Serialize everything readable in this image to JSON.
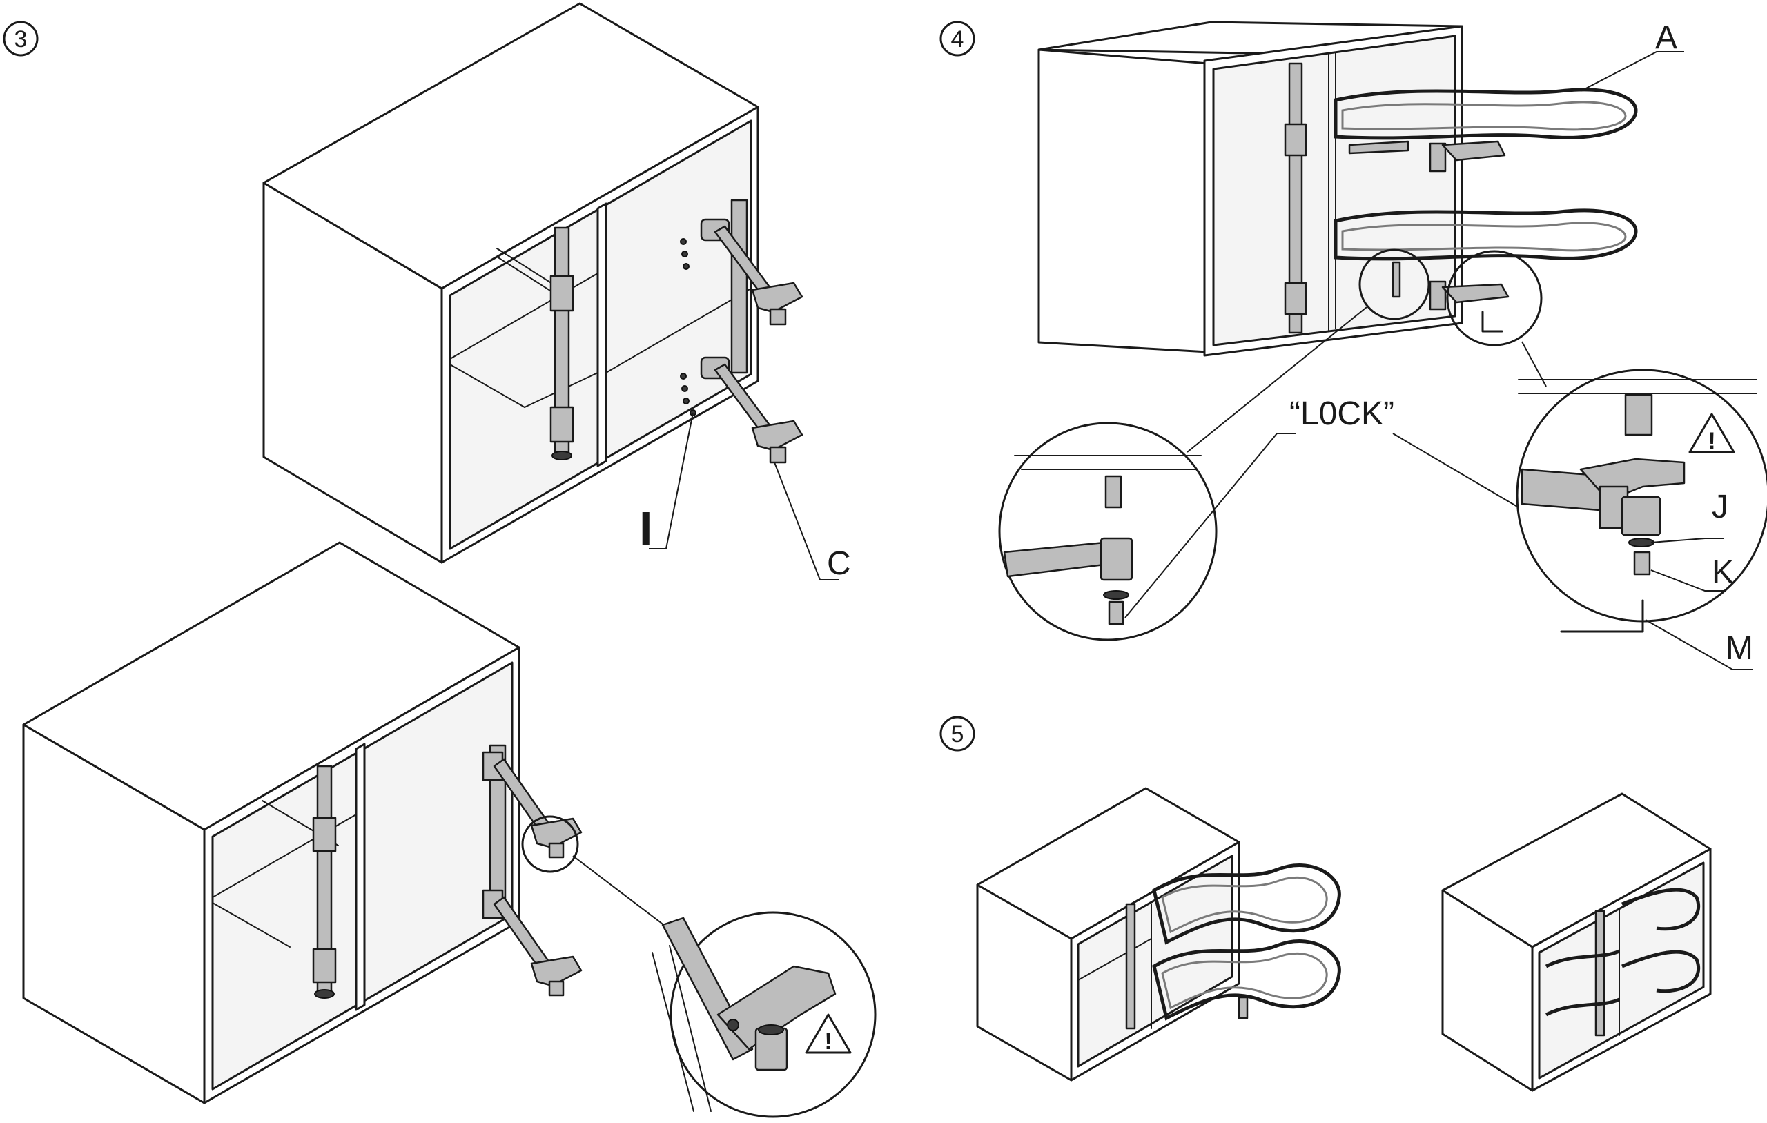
{
  "steps": {
    "three": "3",
    "four": "4",
    "five": "5"
  },
  "labels": {
    "I": "I",
    "C": "C",
    "A": "A",
    "lock": "“L0CK”",
    "J": "J",
    "K": "K",
    "M": "M"
  },
  "warning_symbol": "!",
  "colors": {
    "line": "#1a1a1a",
    "part_fill": "#bdbdbd",
    "background": "#ffffff"
  }
}
